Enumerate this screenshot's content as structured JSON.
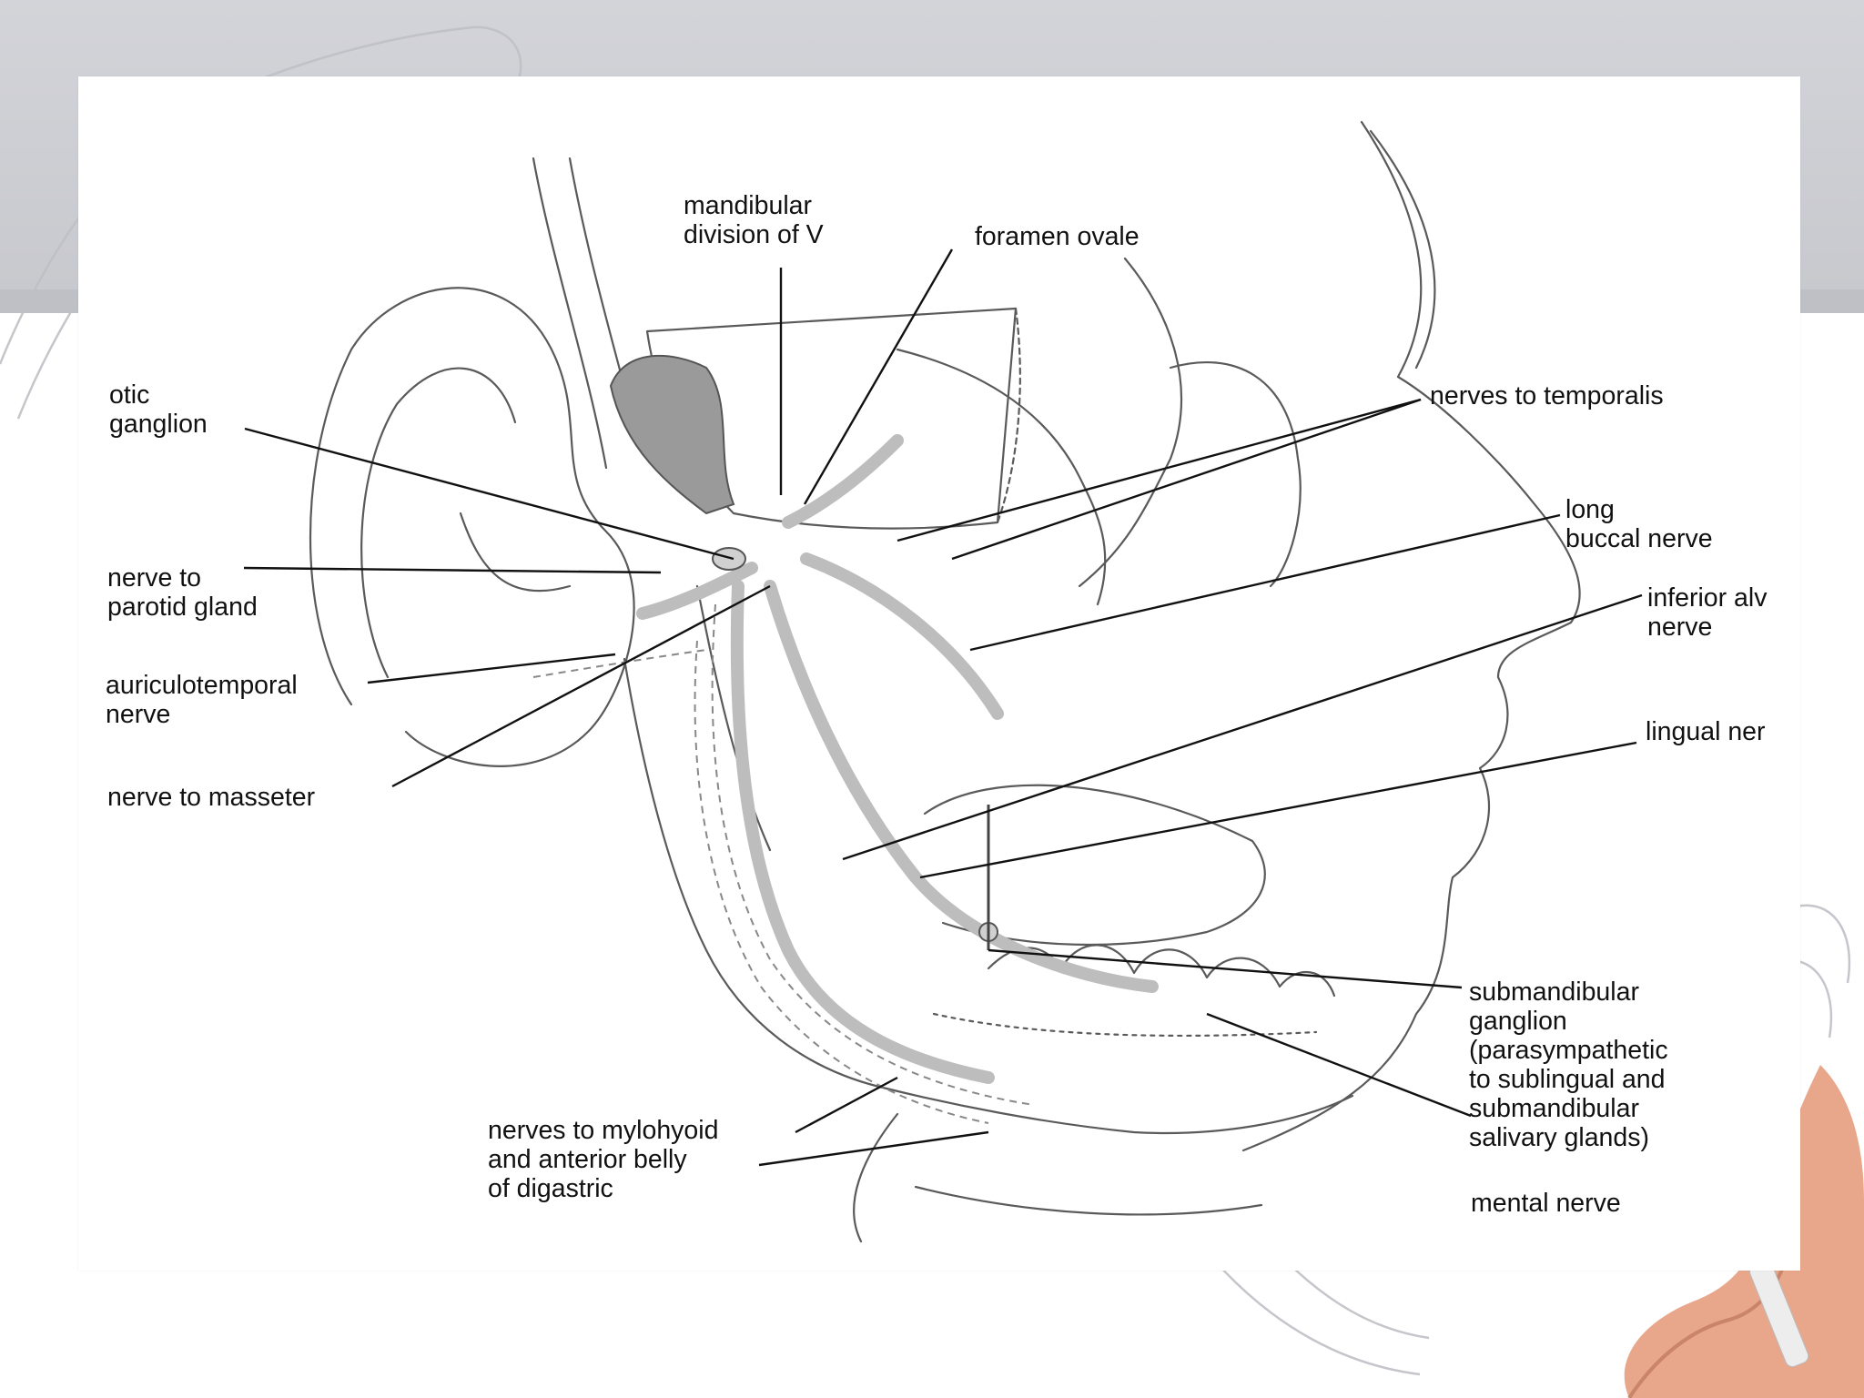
{
  "slide": {
    "background_color": "#c8c9ce",
    "figure_background": "#ffffff"
  },
  "diagram": {
    "labels": {
      "mandibular_division": "mandibular\ndivision of V",
      "foramen_ovale": "foramen ovale",
      "otic_ganglion": "otic\nganglion",
      "nerve_to_parotid": "nerve to\nparotid gland",
      "auriculotemporal": "auriculotemporal\nnerve",
      "nerve_to_masseter": "nerve to masseter",
      "nerves_to_temporalis": "nerves to temporalis",
      "long_buccal": "long\nbuccal nerve",
      "inferior_alveolar": "inferior alv\nnerve",
      "lingual": "lingual ner",
      "submandibular_ganglion": "submandibular\nganglion\n(parasympathetic\nto sublingual and\nsubmandibular\nsalivary glands)",
      "nerves_to_mylohyoid": "nerves to mylohyoid\nand anterior belly\nof digastric",
      "mental_nerve": "mental nerve"
    }
  }
}
